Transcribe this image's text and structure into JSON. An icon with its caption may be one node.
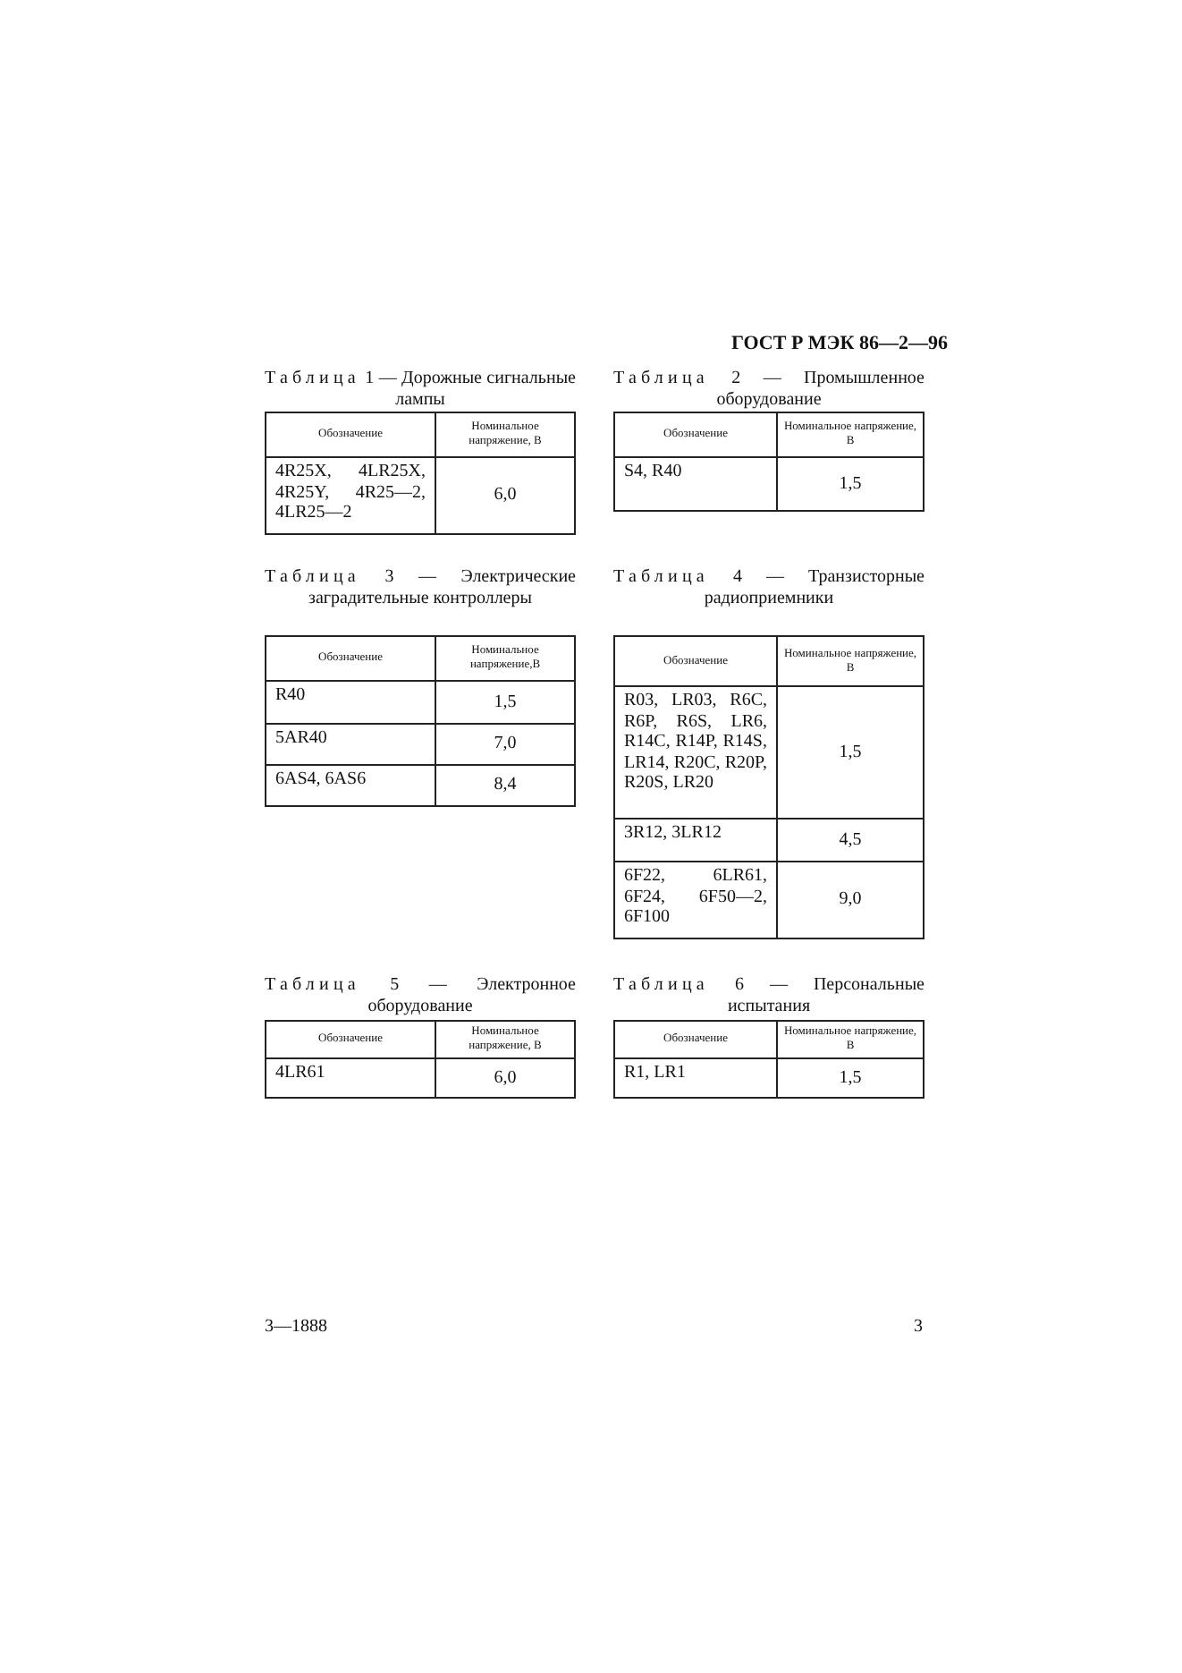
{
  "diagram": {
    "labels": [
      "ГОСТ Р МЭК 86—2—96",
      "Таблица 1 — Дорожные сигнальные лампы",
      "Обозначение",
      "Номинальное напряжение, В",
      "4R25X, 4LR25X, 4R25Y, 4R25—2, 4LR25—2",
      "6,0",
      "Таблица 2 — Промышленное оборудование",
      "Обозначение",
      "Номинальное напряжение, В",
      "S4, R40",
      "1,5",
      "Таблица 3 — Электрические заградительные контроллеры",
      "Обозначение",
      "Номинальное напряжение,В",
      "R40",
      "1,5",
      "5AR40",
      "7,0",
      "6AS4, 6AS6",
      "8,4",
      "Таблица 4 — Транзисторные радиоприемники",
      "Обозначение",
      "Номинальное напряжение, В",
      "R03, LR03, R6C, R6P, R6S, LR6, R14C, R14P, R14S, LR14, R20C, R20P, R20S, LR20",
      "1,5",
      "3R12, 3LR12",
      "4,5",
      "6F22, 6LR61, 6F24, 6F50—2, 6F100",
      "9,0",
      "Таблица 5 — Электронное оборудование",
      "Обозначение",
      "Номинальное напряжение, В",
      "4LR61",
      "6,0",
      "Таблица 6 — Персональные испытания",
      "Обозначение",
      "Номинальное напряжение, В",
      "R1, LR1",
      "1,5",
      "3—1888",
      "3"
    ]
  }
}
